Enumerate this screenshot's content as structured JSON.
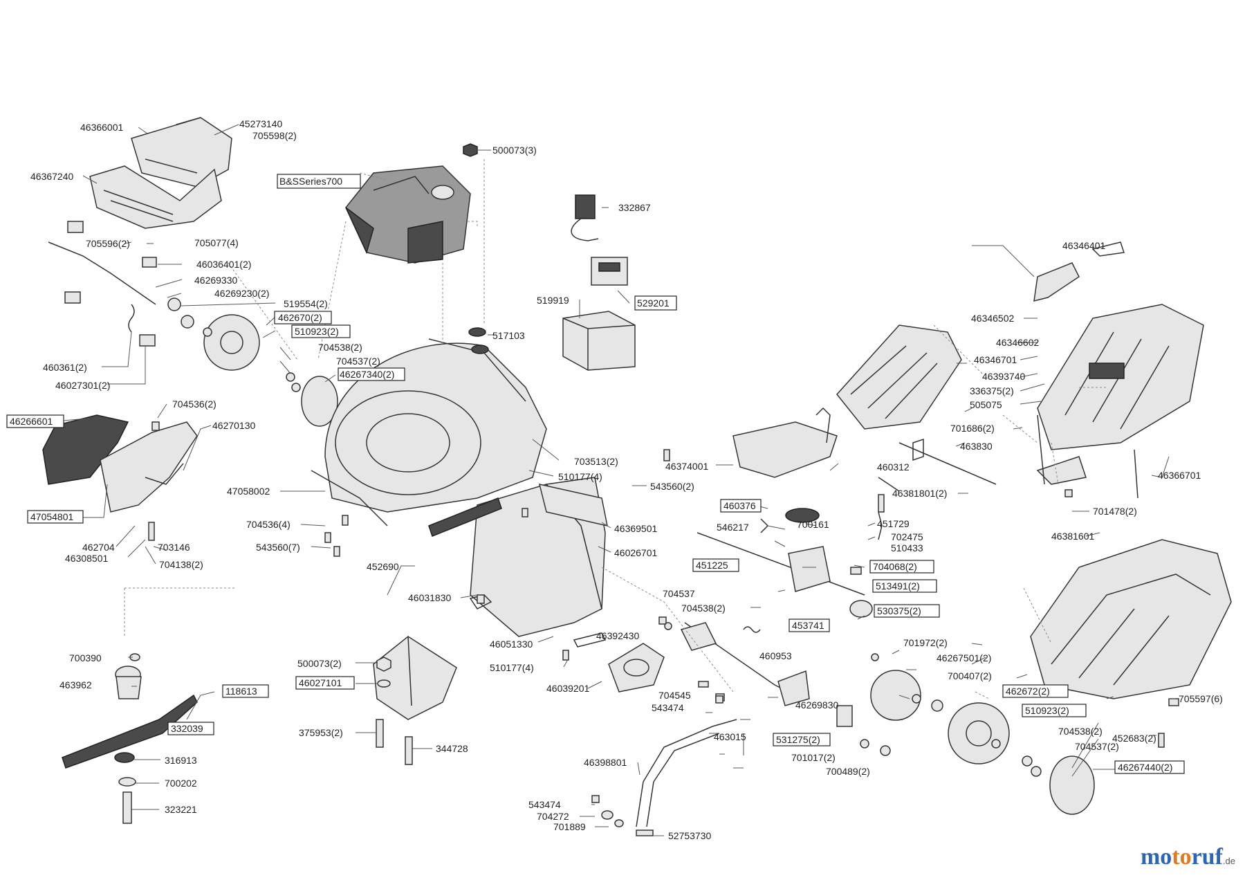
{
  "labels": {
    "l1": "46366001",
    "l2": "45273140",
    "l3": "705598(2)",
    "l4": "46367240",
    "l5": "705596(2)",
    "l6": "705077(4)",
    "l7": "46036401(2)",
    "l8": "46269330",
    "l9": "46269230(2)",
    "l10": "519554(2)",
    "l11": "462670(2)",
    "l12": "510923(2)",
    "l13": "704538(2)",
    "l14": "704537(2)",
    "l15": "46267340(2)",
    "l16": "460361(2)",
    "l17": "46027301(2)",
    "l18": "46266601",
    "l19": "704536(2)",
    "l20": "46270130",
    "l21": "47058002",
    "l22": "47054801",
    "l23": "704536(4)",
    "l24": "543560(7)",
    "l25": "462704",
    "l26": "703146",
    "l27": "46308501",
    "l28": "704138(2)",
    "l29": "B&SSeries700",
    "l30": "500073(3)",
    "l31": "332867",
    "l32": "529201",
    "l33": "519919",
    "l34": "517103",
    "l35": "703513(2)",
    "l36": "510177(4)",
    "l37": "543560(2)",
    "l38": "46369501",
    "l39": "46026701",
    "l40": "452690",
    "l41": "46031830",
    "l42": "46051330",
    "l43": "46392430",
    "l44": "510177(4)",
    "l45": "46039201",
    "l46": "700390",
    "l47": "463962",
    "l48": "118613",
    "l49": "332039",
    "l50": "316913",
    "l51": "700202",
    "l52": "323221",
    "l53": "500073(2)",
    "l54": "46027101",
    "l55": "375953(2)",
    "l56": "344728",
    "l57": "46374001",
    "l58": "460376",
    "l59": "546217",
    "l60": "700161",
    "l61": "451225",
    "l62": "451729",
    "l63": "702475",
    "l64": "510433",
    "l65": "704068(2)",
    "l66": "513491(2)",
    "l67": "530375(2)",
    "l68": "704537",
    "l69": "704538(2)",
    "l70": "453741",
    "l71": "460953",
    "l72": "460312",
    "l73": "46381801(2)",
    "l74": "463830",
    "l75": "46346701",
    "l76": "46346401",
    "l77": "46346502",
    "l78": "46346602",
    "l79": "46393740",
    "l80": "336375(2)",
    "l81": "505075",
    "l82": "701686(2)",
    "l83": "46366701",
    "l84": "701478(2)",
    "l85": "46381601",
    "l86": "701972(2)",
    "l87": "46267501(2)",
    "l88": "700407(2)",
    "l89": "462672(2)",
    "l90": "510923(2)",
    "l91": "705597(6)",
    "l92": "704538(2)",
    "l93": "452683(2)",
    "l94": "704537(2)",
    "l95": "46267440(2)",
    "l96": "46269830",
    "l97": "704545",
    "l98": "543474",
    "l99": "463015",
    "l100": "531275(2)",
    "l101": "701017(2)",
    "l102": "700489(2)",
    "l103": "46398801",
    "l104": "543474",
    "l105": "704272",
    "l106": "701889",
    "l107": "52753730"
  },
  "watermark": {
    "a": "mo",
    "b": "to",
    "c": "ruf",
    "d": ".de"
  }
}
